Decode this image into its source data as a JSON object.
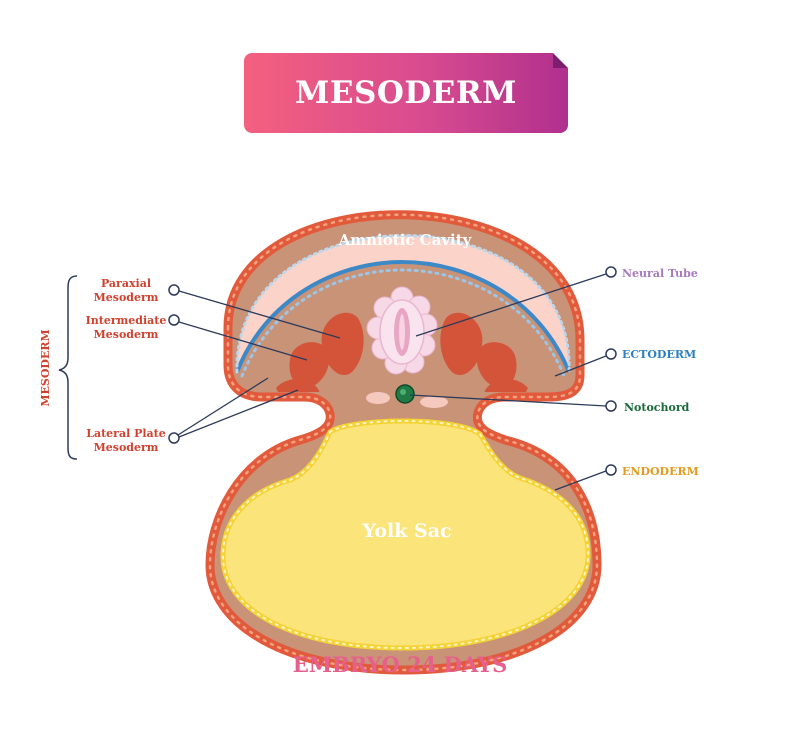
{
  "title": "MESODERM",
  "caption": "EMBRYO 24 DAYS",
  "labels": {
    "amniotic_cavity": "Amniotic Cavity",
    "yolk_sac": "Yolk Sac",
    "mesoderm_bracket": "MESODERM",
    "paraxial": [
      "Paraxial",
      "Mesoderm"
    ],
    "intermediate": [
      "Intermediate",
      "Mesoderm"
    ],
    "lateral_plate": [
      "Lateral Plate",
      "Mesoderm"
    ],
    "neural_tube": "Neural Tube",
    "ectoderm": "ECTODERM",
    "notochord": "Notochord",
    "endoderm": "ENDODERM"
  },
  "colors": {
    "mesoderm_label": "#d0412e",
    "neural_tube_label": "#a679bd",
    "ectoderm_label": "#2b7fc0",
    "notochord_label": "#1a6a3a",
    "endoderm_label": "#e39a1e",
    "outer_membrane": "#e25a3c",
    "amniotic_fill": "#fbd3c9",
    "ectoderm_line": "#3d89c8",
    "mesenchyme_fill": "#c99378",
    "yolk_fill": "#fbe47a",
    "yolk_border": "#f5d235",
    "somite_fill": "#d4543a",
    "notochord_fill": "#1f7a45"
  }
}
